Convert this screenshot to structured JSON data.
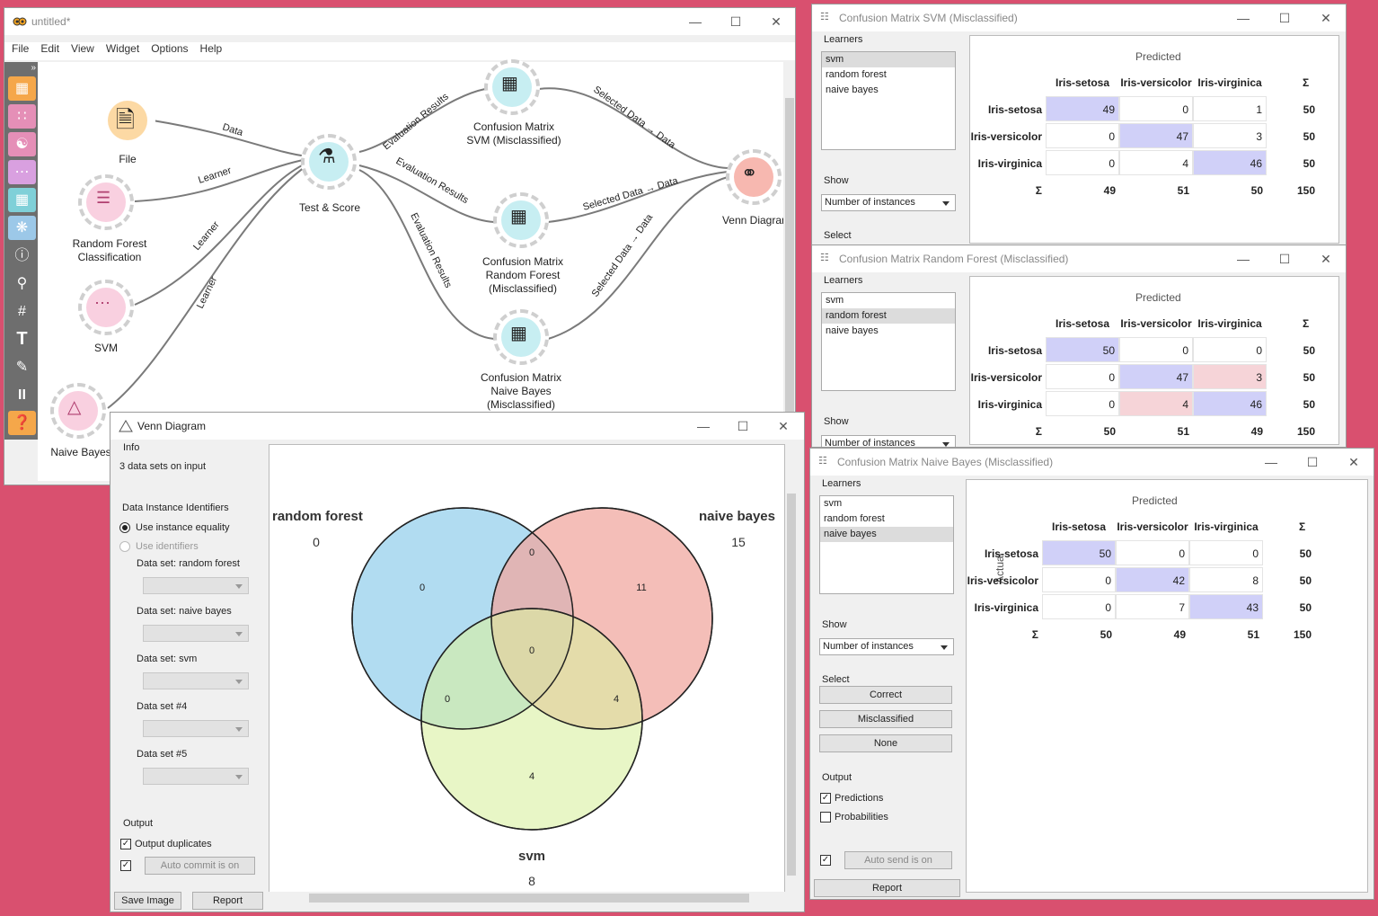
{
  "main": {
    "title": "untitled*",
    "menu": [
      "File",
      "Edit",
      "View",
      "Widget",
      "Options",
      "Help"
    ],
    "nodes": {
      "file": "File",
      "rf": "Random Forest\nClassification",
      "svm": "SVM",
      "nb": "Naive Bayes",
      "ts": "Test & Score",
      "cm1": "Confusion Matrix\nSVM (Misclassified)",
      "cm2": "Confusion Matrix\nRandom Forest\n(Misclassified)",
      "cm3": "Confusion Matrix\nNaive Bayes\n(Misclassified)",
      "venn": "Venn Diagram"
    },
    "links": {
      "data": "Data",
      "learner": "Learner",
      "eval": "Evaluation Results",
      "sel": "Selected Data → Data"
    }
  },
  "venn": {
    "title": "Venn Diagram",
    "info_title": "Info",
    "info_text": "3 data sets on input",
    "ids_title": "Data Instance Identifiers",
    "opt_equality": "Use instance equality",
    "opt_ident": "Use identifiers",
    "ds_labels": [
      "Data set: random forest",
      "Data set: naive bayes",
      "Data set: svm",
      "Data set #4",
      "Data set #5"
    ],
    "output_title": "Output",
    "output_dup": "Output duplicates",
    "auto_commit": "Auto commit is on",
    "save_image": "Save Image",
    "report": "Report",
    "sets": {
      "rf_name": "random forest",
      "rf_count": "0",
      "nb_name": "naive bayes",
      "nb_count": "15",
      "svm_name": "svm",
      "svm_count": "8"
    },
    "regions": {
      "rf_only": "0",
      "rf_nb": "0",
      "nb_only": "11",
      "all": "0",
      "rf_svm": "0",
      "nb_svm": "4",
      "svm_only": "4"
    },
    "colors": {
      "rf": "#a8d8f0",
      "nb": "#f0a8a0",
      "svm": "#d8f0a0"
    }
  },
  "cm_common": {
    "learners_title": "Learners",
    "learners": [
      "svm",
      "random forest",
      "naive bayes"
    ],
    "show_title": "Show",
    "show_value": "Number of instances",
    "select_title": "Select",
    "predicted": "Predicted",
    "actual": "Actual",
    "classes": [
      "Iris-setosa",
      "Iris-versicolor",
      "Iris-virginica"
    ],
    "sigma": "Σ"
  },
  "cm_svm": {
    "title": "Confusion Matrix SVM (Misclassified)",
    "matrix": [
      [
        "49",
        "0",
        "1"
      ],
      [
        "0",
        "47",
        "3"
      ],
      [
        "0",
        "4",
        "46"
      ]
    ],
    "row_sums": [
      "50",
      "50",
      "50"
    ],
    "col_sums": [
      "49",
      "51",
      "50"
    ],
    "total": "150"
  },
  "cm_rf": {
    "title": "Confusion Matrix Random Forest (Misclassified)",
    "matrix": [
      [
        "50",
        "0",
        "0"
      ],
      [
        "0",
        "47",
        "3"
      ],
      [
        "0",
        "4",
        "46"
      ]
    ],
    "row_sums": [
      "50",
      "50",
      "50"
    ],
    "col_sums": [
      "50",
      "51",
      "49"
    ],
    "total": "150"
  },
  "cm_nb": {
    "title": "Confusion Matrix Naive Bayes (Misclassified)",
    "matrix": [
      [
        "50",
        "0",
        "0"
      ],
      [
        "0",
        "42",
        "8"
      ],
      [
        "0",
        "7",
        "43"
      ]
    ],
    "row_sums": [
      "50",
      "50",
      "50"
    ],
    "col_sums": [
      "50",
      "49",
      "51"
    ],
    "total": "150",
    "select_buttons": [
      "Correct",
      "Misclassified",
      "None"
    ],
    "output_title": "Output",
    "out_predictions": "Predictions",
    "out_probabilities": "Probabilities",
    "auto_send": "Auto send is on",
    "report": "Report"
  }
}
